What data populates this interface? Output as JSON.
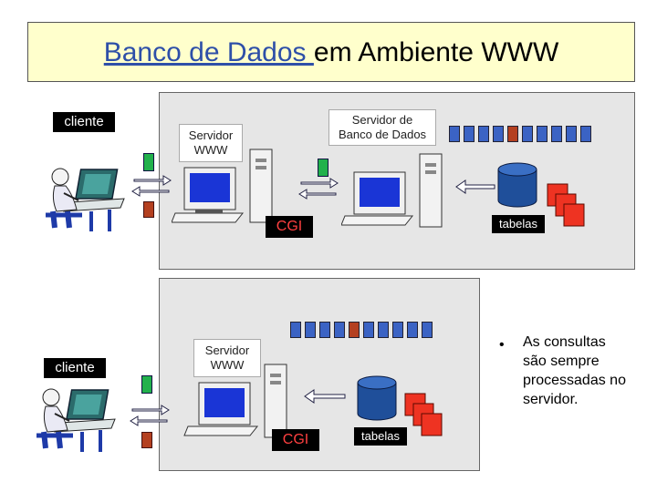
{
  "title": {
    "link_part": "Banco de Dados ",
    "rest": "em Ambiente WWW"
  },
  "top": {
    "client_label": "cliente",
    "web_server_label": "Servidor\nWWW",
    "db_server_label": "Servidor de\nBanco de Dados",
    "cgi_label": "CGI",
    "tables_label": "tabelas"
  },
  "bottom": {
    "client_label": "cliente",
    "web_server_label": "Servidor\nWWW",
    "cgi_label": "CGI",
    "tables_label": "tabelas"
  },
  "note": {
    "bullet": "•",
    "text": "As consultas são sempre processadas no servidor."
  },
  "colors": {
    "queue_blue": "#3b63c4",
    "queue_red": "#b44020",
    "indicator_green": "#22b14c",
    "table_red": "#ee3322",
    "db_blue": "#1f4f9a",
    "cgi_red": "#ff4040"
  },
  "icons": [
    "person-at-computer-icon",
    "computer-monitor-icon",
    "server-tower-icon",
    "database-cylinder-icon",
    "table-stack-icon",
    "arrow-icon"
  ]
}
